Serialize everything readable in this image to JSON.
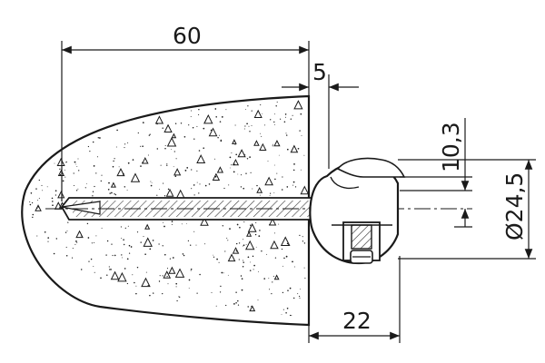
{
  "dimensions": {
    "depth": "60",
    "offset": "5",
    "height": "10,3",
    "diameter": "Ø24,5",
    "length": "22"
  },
  "colors": {
    "line": "#1a1a1a",
    "background": "#ffffff"
  }
}
